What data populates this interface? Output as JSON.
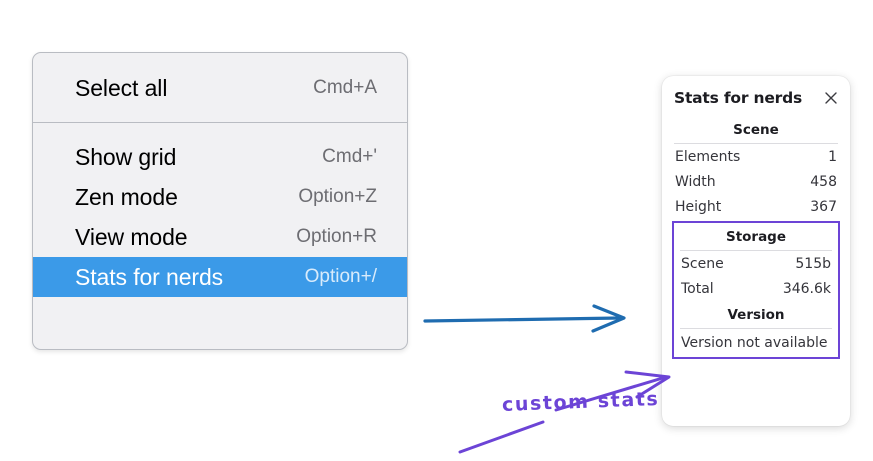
{
  "menu": {
    "groups": [
      {
        "items": [
          {
            "label": "Select all",
            "shortcut": "Cmd+A",
            "selected": false,
            "name": "menu-item-select-all"
          }
        ]
      },
      {
        "items": [
          {
            "label": "Show grid",
            "shortcut": "Cmd+'",
            "selected": false,
            "name": "menu-item-show-grid"
          },
          {
            "label": "Zen mode",
            "shortcut": "Option+Z",
            "selected": false,
            "name": "menu-item-zen-mode"
          },
          {
            "label": "View mode",
            "shortcut": "Option+R",
            "selected": false,
            "name": "menu-item-view-mode"
          },
          {
            "label": "Stats for nerds",
            "shortcut": "Option+/",
            "selected": true,
            "name": "menu-item-stats-for-nerds"
          }
        ]
      }
    ]
  },
  "stats_panel": {
    "title": "Stats for nerds",
    "close_icon": "close-icon",
    "scene": {
      "heading": "Scene",
      "rows": [
        {
          "key": "Elements",
          "value": "1"
        },
        {
          "key": "Width",
          "value": "458"
        },
        {
          "key": "Height",
          "value": "367"
        }
      ]
    },
    "storage": {
      "heading": "Storage",
      "rows": [
        {
          "key": "Scene",
          "value": "515b"
        },
        {
          "key": "Total",
          "value": "346.6k"
        }
      ]
    },
    "version": {
      "heading": "Version",
      "note": "Version not available"
    }
  },
  "annotations": {
    "custom_stats_label": "custom stats",
    "arrow_blue_color": "#1f6cb0",
    "arrow_purple_color": "#6c44d6"
  }
}
